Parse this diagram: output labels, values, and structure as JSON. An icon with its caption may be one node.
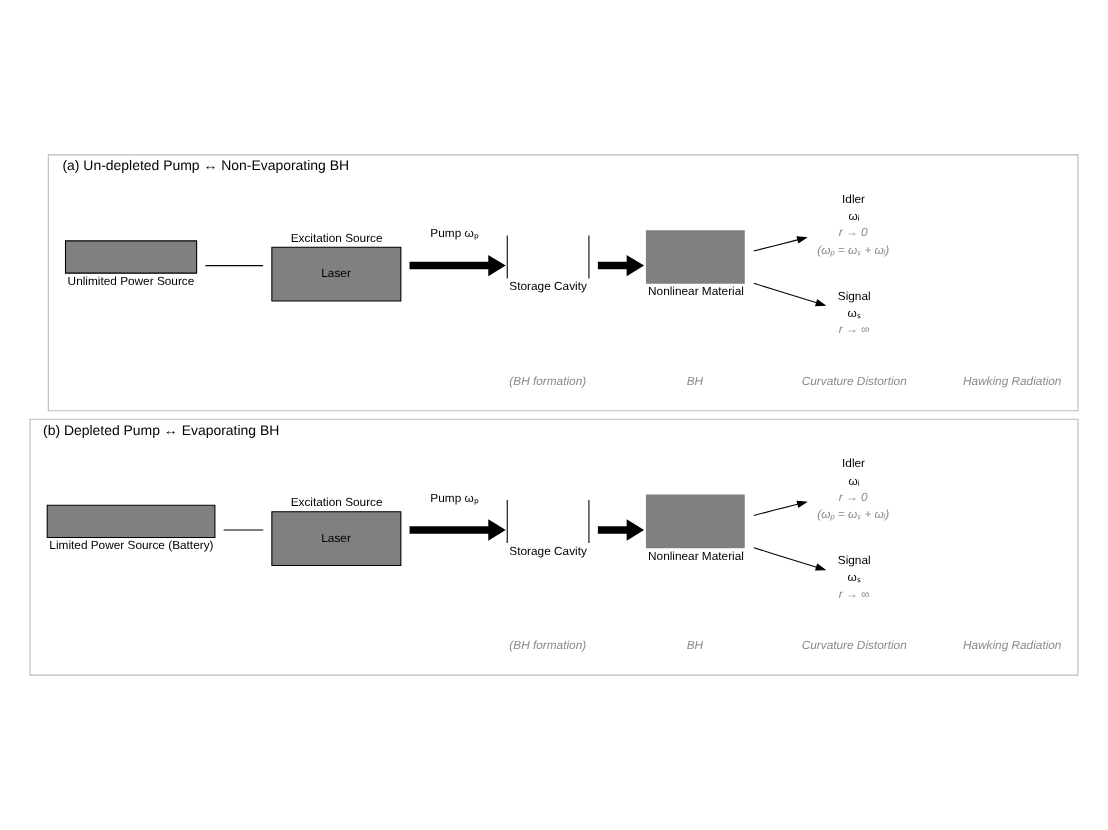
{
  "diagram": {
    "nodes": [
      {
        "text": [
          "(a) Un-depleted Pump ↔ Non-Evaporating BH"
        ]
      },
      {
        "text": [
          "Unlimited Power Source"
        ],
        "in": 0
      },
      {
        "text": [
          "Excitation Source",
          "Laser"
        ],
        "in": 0
      },
      {
        "text": [
          "Storage Cavity"
        ],
        "in": 0
      },
      {
        "text": [
          "Nonlinear Material"
        ],
        "in": 0
      },
      {
        "text": [
          "Signal",
          "ωₛ"
        ],
        "beside": [
          "r → ∞"
        ],
        "in": 0
      },
      {
        "text": [
          "Idler",
          "ωᵢ"
        ],
        "beside": [
          "r → 0",
          "(ωₚ = ωₛ + ωᵢ)"
        ],
        "in": 0
      },
      {
        "text": [
          "(b) Depleted Pump ↔ Evaporating BH"
        ]
      },
      {
        "text": [
          "Limited Power Source (Battery)"
        ],
        "in": 7
      },
      {
        "text": [
          "Excitation Source",
          "Laser"
        ],
        "in": 7
      },
      {
        "text": [
          "Storage Cavity"
        ],
        "in": 7
      },
      {
        "text": [
          "Nonlinear Material"
        ],
        "in": 7
      },
      {
        "text": [
          "Signal",
          "ωₛ"
        ],
        "beside": [
          "r → ∞"
        ],
        "in": 7
      },
      {
        "text": [
          "Idler",
          "ωᵢ"
        ],
        "beside": [
          "r → 0",
          "(ωₚ = ωₛ + ωᵢ)"
        ],
        "in": 7
      }
    ],
    "edges": [
      {
        "from": 1,
        "to": 2,
        "arrow": "none"
      },
      {
        "from": 2,
        "to": 3,
        "arrow": "to",
        "label": "Pump ωₚ",
        "style": "thick"
      },
      {
        "from": 3,
        "to": 4,
        "arrow": "to",
        "style": "thick"
      },
      {
        "from": 4,
        "to": 5,
        "arrow": "to"
      },
      {
        "from": 4,
        "to": 6,
        "arrow": "to"
      },
      {
        "from": 8,
        "to": 9,
        "arrow": "none"
      },
      {
        "from": 9,
        "to": 10,
        "arrow": "to",
        "label": "Pump ωₚ",
        "style": "thick"
      },
      {
        "from": 10,
        "to": 11,
        "arrow": "to",
        "style": "thick"
      },
      {
        "from": 11,
        "to": 12,
        "arrow": "to"
      },
      {
        "from": 11,
        "to": 13,
        "arrow": "to"
      }
    ],
    "labels": [
      "(BH formation)",
      "BH",
      "Curvature Distortion",
      "Hawking Radiation",
      "(BH formation)",
      "BH",
      "Curvature Distortion",
      "Hawking Radiation"
    ]
  }
}
